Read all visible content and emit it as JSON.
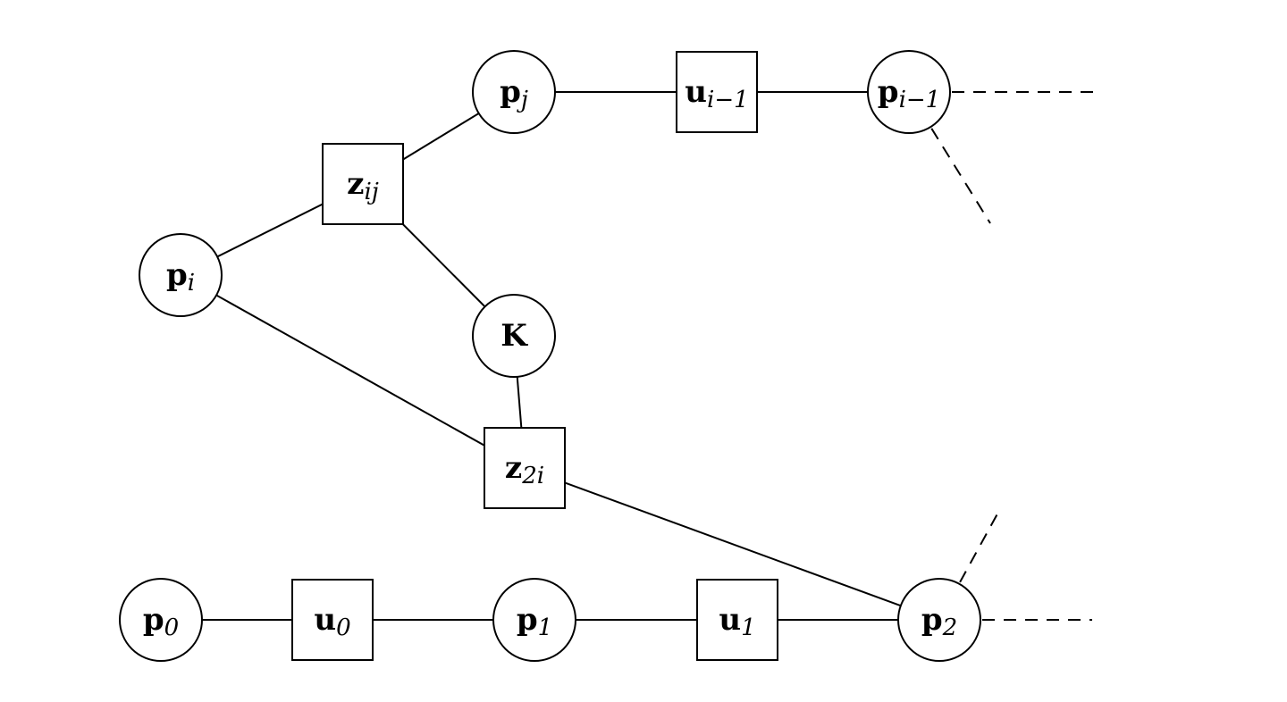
{
  "nodes": [
    {
      "id": "p0",
      "kind": "variable",
      "base": "p",
      "sub": "0"
    },
    {
      "id": "u0",
      "kind": "factor",
      "base": "u",
      "sub": "0"
    },
    {
      "id": "p1",
      "kind": "variable",
      "base": "p",
      "sub": "1"
    },
    {
      "id": "u1",
      "kind": "factor",
      "base": "u",
      "sub": "1"
    },
    {
      "id": "p2",
      "kind": "variable",
      "base": "p",
      "sub": "2"
    },
    {
      "id": "pi",
      "kind": "variable",
      "base": "p",
      "sub": "i"
    },
    {
      "id": "zij",
      "kind": "factor",
      "base": "z",
      "sub": "ij"
    },
    {
      "id": "pj",
      "kind": "variable",
      "base": "p",
      "sub": "j"
    },
    {
      "id": "ui1",
      "kind": "factor",
      "base": "u",
      "sub": "i−1"
    },
    {
      "id": "pi1",
      "kind": "variable",
      "base": "p",
      "sub": "i−1"
    },
    {
      "id": "K",
      "kind": "variable",
      "base": "K",
      "sub": ""
    },
    {
      "id": "z2i",
      "kind": "factor",
      "base": "z",
      "sub": "2i"
    }
  ],
  "edges": [
    {
      "from": "p0",
      "to": "u0",
      "style": "solid"
    },
    {
      "from": "u0",
      "to": "p1",
      "style": "solid"
    },
    {
      "from": "p1",
      "to": "u1",
      "style": "solid"
    },
    {
      "from": "u1",
      "to": "p2",
      "style": "solid"
    },
    {
      "from": "pi",
      "to": "zij",
      "style": "solid"
    },
    {
      "from": "zij",
      "to": "pj",
      "style": "solid"
    },
    {
      "from": "zij",
      "to": "K",
      "style": "solid"
    },
    {
      "from": "pj",
      "to": "ui1",
      "style": "solid"
    },
    {
      "from": "ui1",
      "to": "pi1",
      "style": "solid"
    },
    {
      "from": "K",
      "to": "z2i",
      "style": "solid"
    },
    {
      "from": "pi",
      "to": "z2i",
      "style": "solid"
    },
    {
      "from": "z2i",
      "to": "p2",
      "style": "solid"
    },
    {
      "from": "pi1",
      "to": "right",
      "style": "dashed"
    },
    {
      "from": "pi1",
      "to": "down-right",
      "style": "dashed"
    },
    {
      "from": "p2",
      "to": "right",
      "style": "dashed"
    },
    {
      "from": "p2",
      "to": "up-right",
      "style": "dashed"
    }
  ]
}
